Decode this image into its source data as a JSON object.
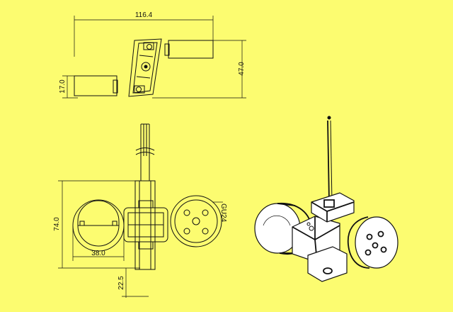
{
  "dimensions": {
    "top_width": "116.4",
    "top_height": "47.0",
    "top_left_height": "17.0",
    "front_height": "74.0",
    "front_socket_width": "38.0",
    "front_stem_offset": "22.5",
    "socket_label": "GU24"
  },
  "colors": {
    "background": "#fcfc70",
    "line": "#111111"
  }
}
